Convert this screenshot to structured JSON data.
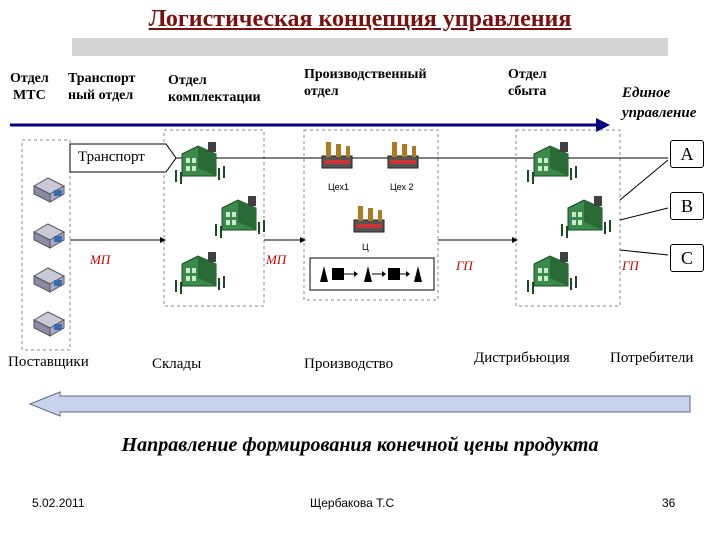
{
  "title": "Логистическая концепция управления",
  "departments": {
    "mts": "Отдел\nМТС",
    "transport": "Транспорт\nный отдел",
    "komplekt": "Отдел\nкомплектации",
    "proizv": "Производственный\nотдел",
    "sbyt": "Отдел\nсбыта",
    "unified": "Единое\nуправление"
  },
  "transport_label": "Транспорт",
  "shops": {
    "shop1": "Цех1",
    "shop2": "Цех 2",
    "shop_c": "Ц"
  },
  "flow_labels": {
    "mp1": "МП",
    "mp2": "МП",
    "gp1": "ГП",
    "gp2": "ГП"
  },
  "consumer_groups": [
    "A",
    "B",
    "C"
  ],
  "stages": [
    "Поставщики",
    "Склады",
    "Производство",
    "Дистрибьюция",
    "Потребители"
  ],
  "price_direction": "Направление формирования конечной цены продукта",
  "footer": {
    "date": "5.02.2011",
    "author": "Щербакова Т.С",
    "page": "36"
  },
  "colors": {
    "title": "#7a1010",
    "arrow": "#000080",
    "accent": "#cc0000",
    "building": "#3a8a4a"
  }
}
